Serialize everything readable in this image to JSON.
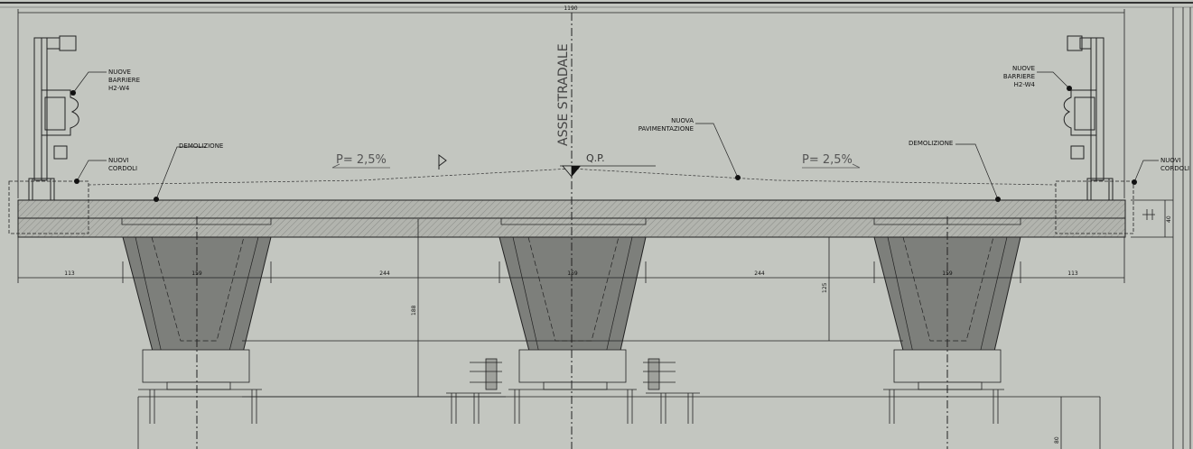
{
  "dimensions": {
    "overall_width": "1190",
    "bottom": [
      "113",
      "159",
      "244",
      "159",
      "244",
      "159",
      "113"
    ],
    "girder_height_left": "188",
    "girder_height_mid": "125",
    "slab_thickness": "40",
    "pier_dim": "80"
  },
  "labels": {
    "axis": "ASSE STRADALE",
    "slope_left": "P= 2,5%",
    "slope_right": "P= 2,5%",
    "qp": "Q.P.",
    "barrier_left_1": "NUOVE",
    "barrier_left_2": "BARRIERE",
    "barrier_left_3": "H2-W4",
    "barrier_right_1": "NUOVE",
    "barrier_right_2": "BARRIERE",
    "barrier_right_3": "H2-W4",
    "kerb_left_1": "NUOVI",
    "kerb_left_2": "CORDOLI",
    "kerb_right_1": "NUOVI",
    "kerb_right_2": "CORDOLI",
    "demolition_left": "DEMOLIZIONE",
    "demolition_right": "DEMOLIZIONE",
    "paving_1": "NUOVA",
    "paving_2": "PAVIMENTAZIONE"
  },
  "colors": {
    "background": "#c3c6c0",
    "slab_fill": "#b2b4ae",
    "girder_fill": "#7d7f7b",
    "line": "#222222"
  }
}
